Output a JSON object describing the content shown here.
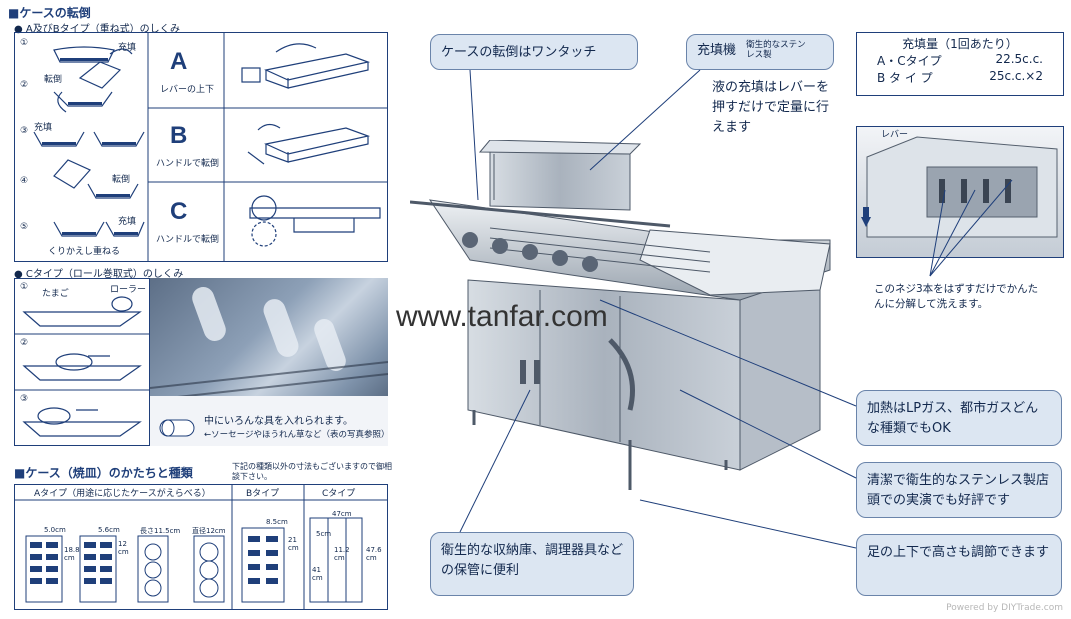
{
  "left": {
    "heading_tip": "■ケースの転倒",
    "heading_ab": "● A及びBタイプ（重ね式）のしくみ",
    "steps": [
      {
        "num": "①",
        "label": "充填"
      },
      {
        "num": "②",
        "label": "転倒"
      },
      {
        "num": "③",
        "label": "充填"
      },
      {
        "num": "④",
        "label": "転倒"
      },
      {
        "num": "⑤",
        "label": "充填"
      }
    ],
    "step5_caption": "くりかえし重ねる",
    "types": [
      {
        "letter": "A",
        "caption": "レバーの上下"
      },
      {
        "letter": "B",
        "caption": "ハンドルで転倒"
      },
      {
        "letter": "C",
        "caption": "ハンドルで転倒"
      }
    ],
    "heading_c": "● Cタイプ（ロール巻取式）のしくみ",
    "c_steps": [
      {
        "num": "①",
        "labels": [
          "たまご",
          "ローラー"
        ]
      },
      {
        "num": "②",
        "labels": []
      },
      {
        "num": "③",
        "labels": []
      }
    ],
    "photo_caption1": "中にいろんな具を入れられます。",
    "photo_caption2": "←ソーセージやほうれん草など（表の写真参照）",
    "case_heading": "■ケース（焼皿）のかたちと種類",
    "case_note": "下記の種類以外の寸法もございますので御相談下さい。",
    "case_cols": [
      "Aタイプ（用途に応じたケースがえらべる）",
      "Bタイプ",
      "Cタイプ"
    ],
    "dims_a": [
      "5.0cm",
      "18.8 cm",
      "5.6cm",
      "12 cm",
      "長さ11.5cm",
      "直径12cm"
    ],
    "dims_b": [
      "8.5cm",
      "21 cm"
    ],
    "dims_c": [
      "47cm",
      "5cm",
      "11.2 cm",
      "41 cm",
      "47.6 cm"
    ]
  },
  "callouts": {
    "tipping": "ケースの転倒はワンタッチ",
    "filler_title": "充填機",
    "filler_sub": "衛生的なステンレス製",
    "filler_desc": "液の充填はレバーを押すだけで定量に行えます",
    "volume_title": "充填量（1回あたり）",
    "volume_rows": [
      {
        "type": "A・Cタイプ",
        "amount": "22.5c.c."
      },
      {
        "type": "B タ イ プ",
        "amount": "25c.c.×2"
      }
    ],
    "lever": "レバー",
    "screws": "このネジ3本をはずすだけでかんたんに分解して洗えます。",
    "heating": "加熱はLPガス、都市ガスどんな種類でもOK",
    "steel": "清潔で衛生的なステンレス製店頭での実演でも好評です",
    "storage": "衛生的な収納庫、調理器具などの保管に便利",
    "legs": "足の上下で高さも調節できます"
  },
  "watermark": "www.tanfar.com",
  "credit": "Powered by DIYTrade.com",
  "colors": {
    "ink": "#1f3f7a",
    "callout_bg": "#dce6f2",
    "steel": "#a9b2bd"
  }
}
